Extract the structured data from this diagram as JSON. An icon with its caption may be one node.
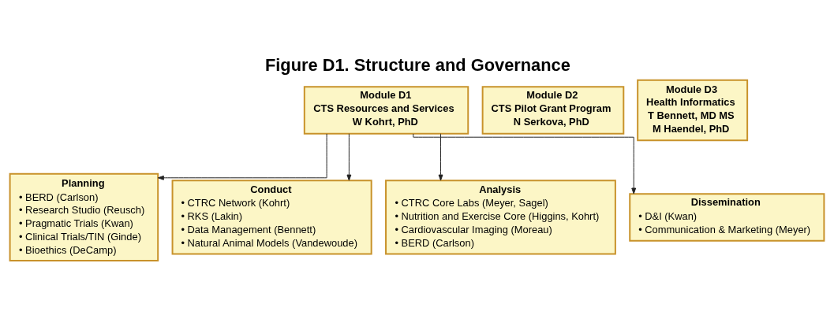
{
  "diagram": {
    "title": "Figure D1. Structure and Governance",
    "nodes": [
      {
        "text": [
          "Module D1",
          "CTS Resources and Services",
          "W Kohrt, PhD"
        ]
      },
      {
        "text": [
          "Module D2",
          "CTS Pilot Grant Program",
          "N Serkova, PhD"
        ]
      },
      {
        "text": [
          "Module D3",
          "Health Informatics",
          "T Bennett, MD MS",
          "M Haendel, PhD"
        ]
      },
      {
        "text": [
          "Planning",
          "• BERD (Carlson)",
          "• Research Studio (Reusch)",
          "• Pragmatic Trials (Kwan)",
          "• Clinical Trials/TIN (Ginde)",
          "• Bioethics (DeCamp)"
        ]
      },
      {
        "text": [
          "Conduct",
          "• CTRC Network (Kohrt)",
          "• RKS (Lakin)",
          "• Data Management (Bennett)",
          "• Natural Animal Models (Vandewoude)"
        ]
      },
      {
        "text": [
          "Analysis",
          "• CTRC Core Labs (Meyer, Sagel)",
          "• Nutrition and Exercise Core (Higgins, Kohrt)",
          "• Cardiovascular Imaging (Moreau)",
          "• BERD (Carlson)"
        ]
      },
      {
        "text": [
          "Dissemination",
          "• D&I (Kwan)",
          "• Communication & Marketing (Meyer)"
        ]
      }
    ],
    "edges": [
      {
        "from": 0,
        "to": 3,
        "arrow": "to"
      },
      {
        "from": 0,
        "to": 4,
        "arrow": "to"
      },
      {
        "from": 0,
        "to": 5,
        "arrow": "to"
      },
      {
        "from": 0,
        "to": 6,
        "arrow": "to"
      }
    ]
  }
}
